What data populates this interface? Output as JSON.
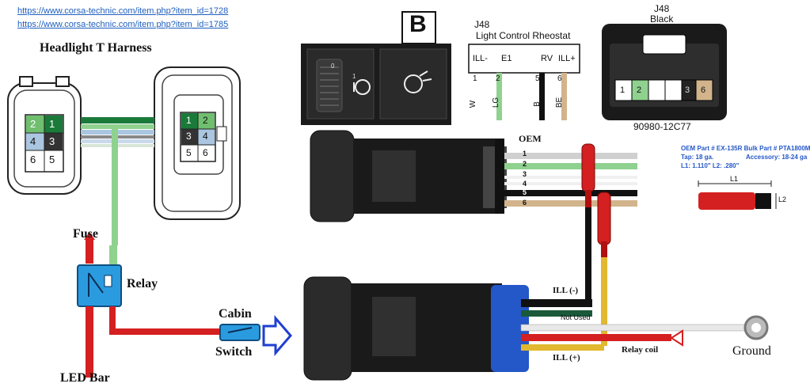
{
  "links": [
    "https://www.corsa-technic.com/item.php?item_id=1728",
    "https://www.corsa-technic.com/item.php?item_id=1785"
  ],
  "harness": {
    "title": "Headlight T Harness",
    "left_plug_pins": [
      "2",
      "1",
      "4",
      "3",
      "6",
      "5"
    ],
    "right_plug_pins": [
      "1",
      "2",
      "3",
      "4",
      "5",
      "6"
    ]
  },
  "relay_circuit": {
    "fuse_label": "Fuse",
    "relay_label": "Relay",
    "led_label": "LED Bar",
    "cabin_label": "Cabin",
    "switch_label": "Switch"
  },
  "panel_b": {
    "letter": "B",
    "knob_scale": [
      "0",
      "1"
    ]
  },
  "rheostat": {
    "id": "J48",
    "name": "Light Control Rheostat",
    "header": [
      "ILL-",
      "E1",
      "RV",
      "ILL+"
    ],
    "pins": [
      "1",
      "2",
      "5",
      "6"
    ],
    "wires": [
      "W",
      "LG",
      "B",
      "BE"
    ]
  },
  "connector_j48": {
    "id": "J48",
    "color": "Black",
    "pins": [
      "1",
      "2",
      "",
      "",
      "3",
      "6"
    ],
    "part_number": "90980-12C77"
  },
  "oem": {
    "label": "OEM",
    "wire_numbers": [
      "1",
      "2",
      "3",
      "4",
      "5",
      "6"
    ]
  },
  "tap_spec": {
    "line1": "OEM Part # EX-135R    Bulk Part # PTA1800M",
    "line2_left": "Tap: 18 ga.",
    "line2_right": "Accessory: 18-24 ga",
    "line3": "L1: 1.110\"    L2: .280\"",
    "l1": "L1",
    "l2": "L2"
  },
  "wiring": {
    "ill_minus": "ILL (-)",
    "not_used": "Not Used",
    "ill_plus": "ILL (+)",
    "relay_coil": "Relay coil",
    "ground": "Ground"
  },
  "colors": {
    "dark_green": "#1a7a3a",
    "light_green": "#8fd18f",
    "light_blue": "#aac6e0",
    "red": "#d42020",
    "black": "#111111",
    "tan": "#d2b48c",
    "gray": "#cfcfcf",
    "yellow": "#e2b830",
    "blue": "#2457c8"
  }
}
